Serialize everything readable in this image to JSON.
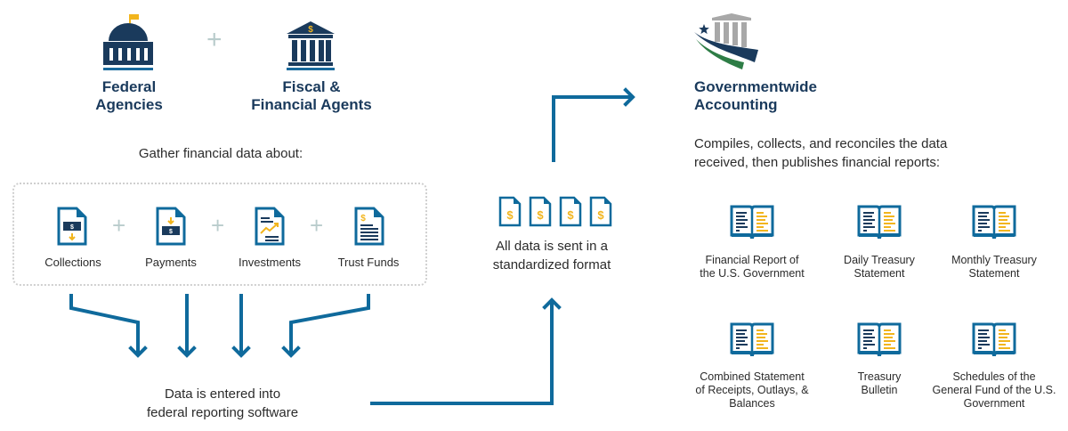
{
  "colors": {
    "navy": "#1a3a5c",
    "blue": "#0f6a9c",
    "gold": "#f2b51d",
    "plus": "#b9cccc",
    "green": "#2e7d46",
    "gray": "#a8a8a8"
  },
  "sources": {
    "federal_agencies": {
      "line1": "Federal",
      "line2": "Agencies",
      "icon": "capitol-building-icon"
    },
    "fiscal_agents": {
      "line1": "Fiscal &",
      "line2": "Financial Agents",
      "icon": "bank-building-icon"
    },
    "plus": "+"
  },
  "gather": {
    "heading": "Gather financial data about:",
    "items": [
      {
        "label": "Collections",
        "icon": "collections-document-icon"
      },
      {
        "label": "Payments",
        "icon": "payments-document-icon"
      },
      {
        "label": "Investments",
        "icon": "investments-document-icon"
      },
      {
        "label": "Trust Funds",
        "icon": "trust-funds-document-icon"
      }
    ]
  },
  "entered": {
    "line1": "Data is entered into",
    "line2": "federal reporting software"
  },
  "standardized": {
    "line1": "All data is sent in a",
    "line2": "standardized format",
    "icon": "dollar-document-icon"
  },
  "gwa": {
    "title_line1": "Governmentwide",
    "title_line2": "Accounting",
    "logo": "treasury-logo",
    "desc_line1": "Compiles, collects, and reconciles the data",
    "desc_line2": "received, then publishes financial reports:",
    "reports": [
      {
        "lines": [
          "Financial Report of",
          "the U.S. Government"
        ]
      },
      {
        "lines": [
          "Daily Treasury",
          "Statement"
        ]
      },
      {
        "lines": [
          "Monthly Treasury",
          "Statement"
        ]
      },
      {
        "lines": [
          "Combined Statement",
          "of Receipts, Outlays, &",
          "Balances"
        ]
      },
      {
        "lines": [
          "Treasury",
          "Bulletin"
        ]
      },
      {
        "lines": [
          "Schedules of the",
          "General Fund of the U.S.",
          "Government"
        ]
      }
    ]
  }
}
